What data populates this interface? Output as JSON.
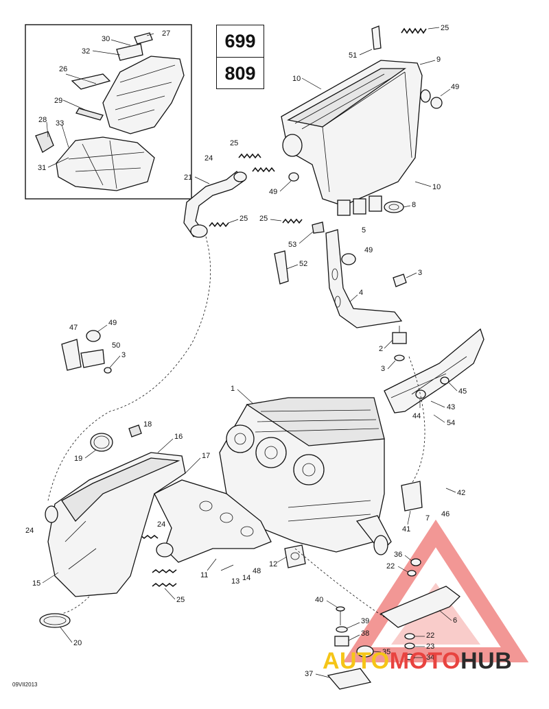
{
  "model_codes": [
    "699",
    "809"
  ],
  "date_code": "09VII2013",
  "watermark": {
    "part1": "AUTO",
    "part2": "MOTO",
    "part3": "HUB",
    "colors": {
      "auto": "#f5c518",
      "moto": "#e8433f",
      "hub": "#2b2b2b",
      "triangle": "#e8433f"
    }
  },
  "callouts": {
    "c1": "1",
    "c2": "2",
    "c3a": "3",
    "c3b": "3",
    "c3c": "3",
    "c4": "4",
    "c5": "5",
    "c6": "6",
    "c7": "7",
    "c8": "8",
    "c9": "9",
    "c10a": "10",
    "c10b": "10",
    "c11": "11",
    "c12": "12",
    "c13": "13",
    "c14": "14",
    "c15": "15",
    "c16": "16",
    "c17": "17",
    "c18": "18",
    "c19": "19",
    "c20": "20",
    "c21": "21",
    "c22a": "22",
    "c22b": "22",
    "c23": "23",
    "c24a": "24",
    "c24b": "24",
    "c24c": "24",
    "c25a": "25",
    "c25b": "25",
    "c25c": "25",
    "c25d": "25",
    "c25e": "25",
    "c26": "26",
    "c27": "27",
    "c28": "28",
    "c29": "29",
    "c30": "30",
    "c31": "31",
    "c32": "32",
    "c33": "33",
    "c34": "34",
    "c35": "35",
    "c36": "36",
    "c37": "37",
    "c38": "38",
    "c39": "39",
    "c40": "40",
    "c41": "41",
    "c42": "42",
    "c43": "43",
    "c44": "44",
    "c45": "45",
    "c46": "46",
    "c47": "47",
    "c48": "48",
    "c49a": "49",
    "c49b": "49",
    "c49c": "49",
    "c49d": "49",
    "c50": "50",
    "c51": "51",
    "c52": "52",
    "c53": "53",
    "c54": "54"
  }
}
